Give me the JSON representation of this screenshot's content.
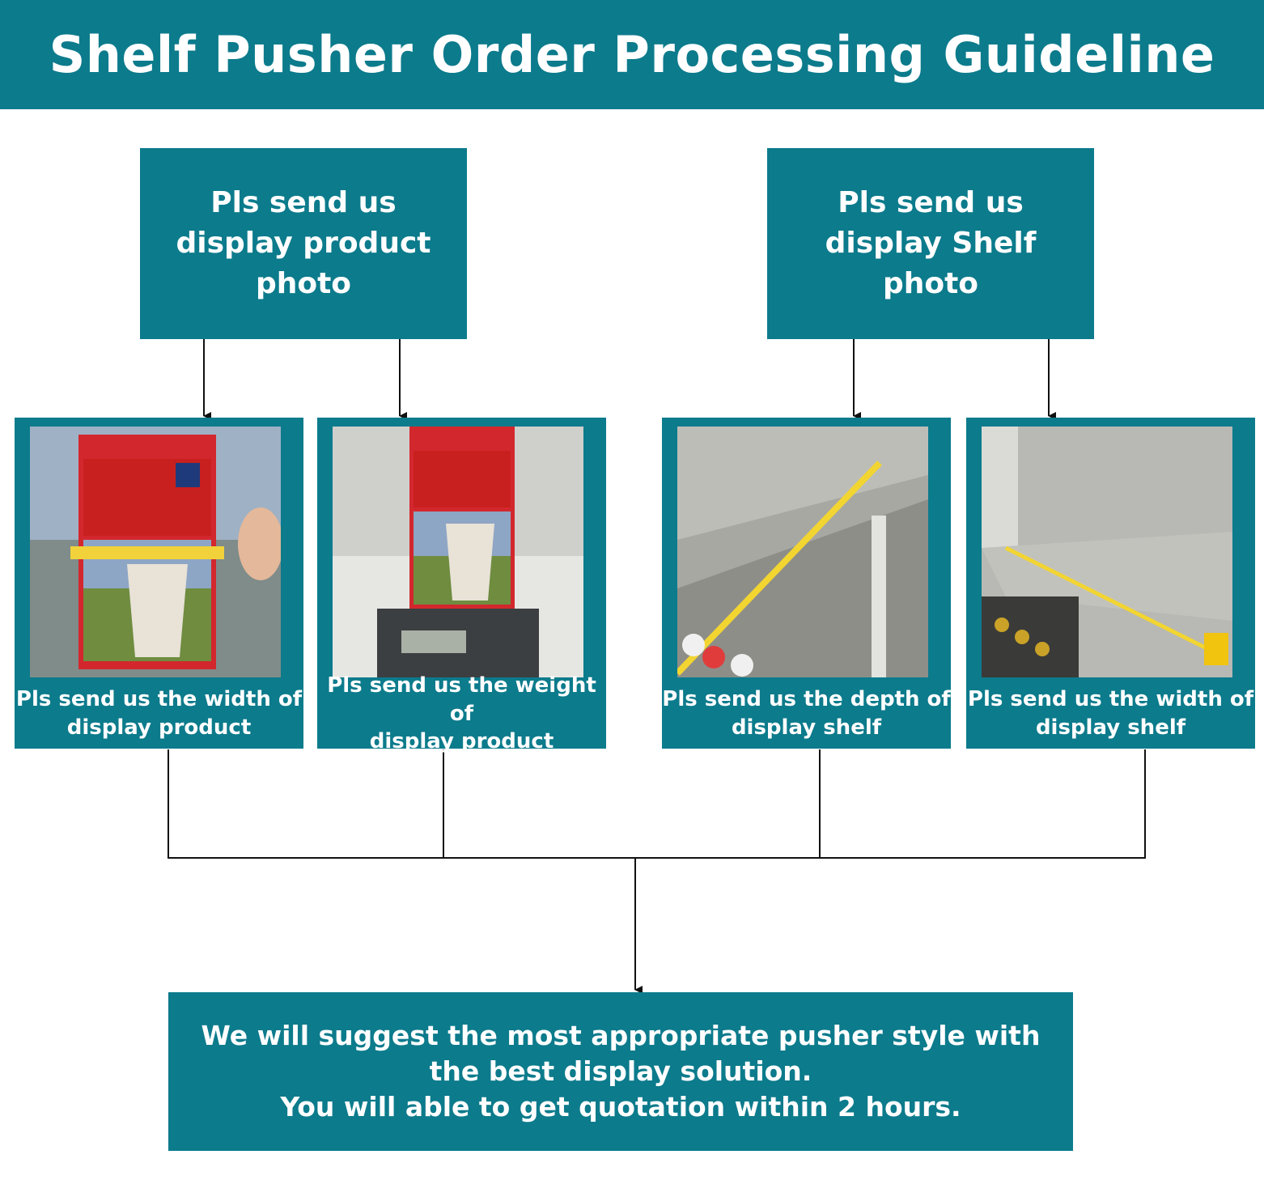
{
  "title": "Shelf Pusher Order Processing Guideline",
  "top_boxes": [
    {
      "text": "Pls send us\ndisplay product\nphoto"
    },
    {
      "text": "Pls send us\ndisplay Shelf\nphoto"
    }
  ],
  "cards": [
    {
      "caption": "Pls send us the width of\ndisplay product",
      "photo": "milk-carton-width-measurement-photo"
    },
    {
      "caption": "Pls send us the weight of\ndisplay product",
      "photo": "milk-carton-on-scale-photo"
    },
    {
      "caption": "Pls send us the depth of\ndisplay shelf",
      "photo": "shelf-depth-measurement-photo"
    },
    {
      "caption": "Pls send us the width of\ndisplay shelf",
      "photo": "shelf-width-measurement-photo"
    }
  ],
  "result": {
    "text": "We will suggest the most appropriate pusher style with\nthe best display solution.\nYou will able to get quotation within 2 hours."
  },
  "colors": {
    "teal": "#0c7b8c",
    "text": "#ffffff",
    "line": "#111111"
  }
}
